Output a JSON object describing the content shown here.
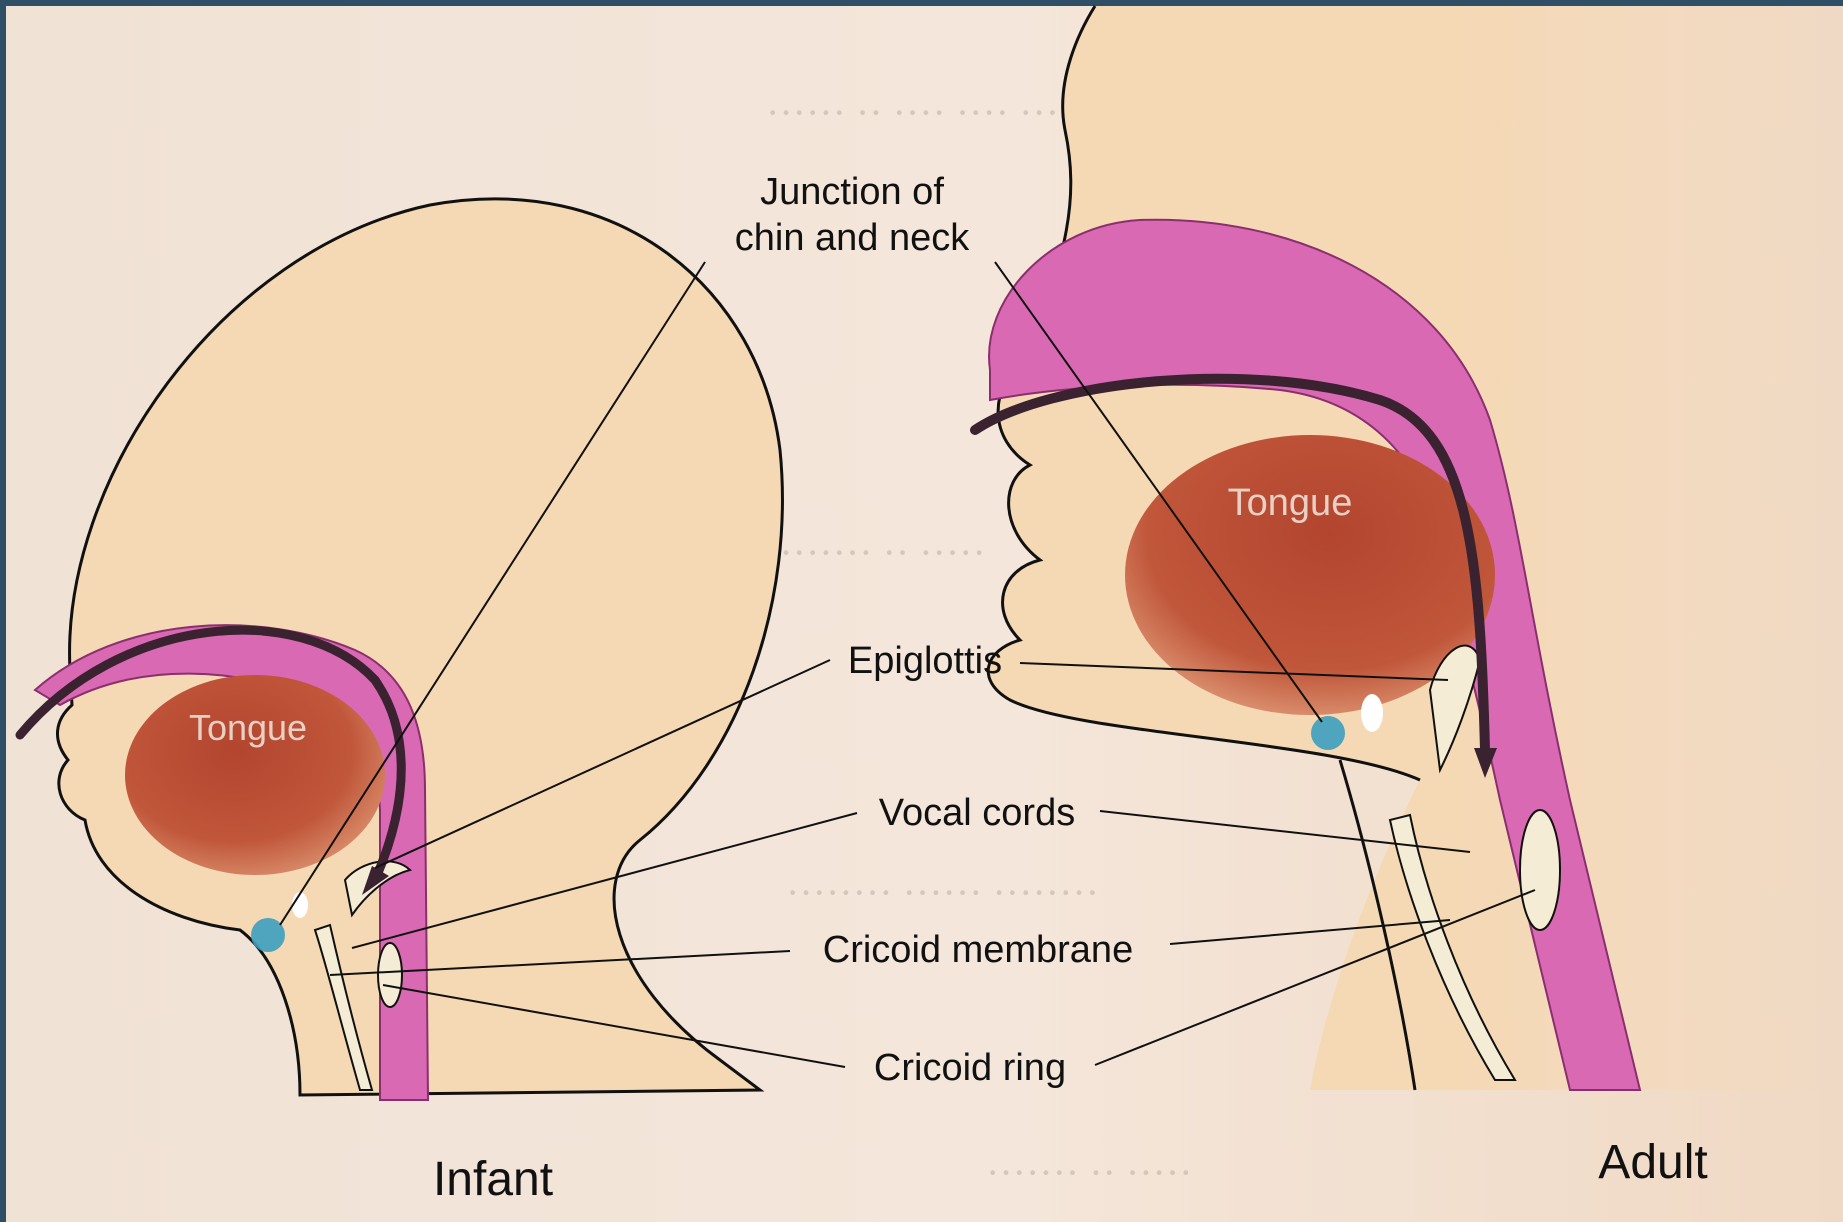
{
  "labels": {
    "junction_line1": "Junction of",
    "junction_line2": "chin and neck",
    "epiglottis": "Epiglottis",
    "vocal_cords": "Vocal cords",
    "cricoid_membrane": "Cricoid membrane",
    "cricoid_ring": "Cricoid ring",
    "tongue_infant": "Tongue",
    "tongue_adult": "Tongue",
    "caption_infant": "Infant",
    "caption_adult": "Adult"
  },
  "colors": {
    "page_paper": "#f3e3d6",
    "skin": "#f5d8b4",
    "mucosa_pink": "#d969b3",
    "mucosa_dark": "#b84a96",
    "tongue": "#b84a35",
    "tube": "#3a2230",
    "cartilage": "#f4ecd4",
    "cricoid_marker": "#3d9fbf",
    "frame": "#2f4f66"
  }
}
